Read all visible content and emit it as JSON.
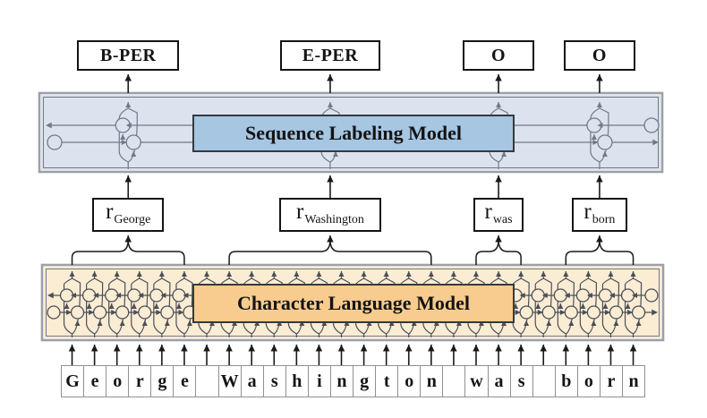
{
  "figure": {
    "title_hint": "contextual character language model sequence labeling architecture",
    "tags": [
      "B-PER",
      "E-PER",
      "O",
      "O"
    ],
    "sequence_model_label": "Sequence Labeling Model",
    "char_model_label": "Character Language Model",
    "embedding_symbol": "r",
    "words": [
      "George",
      "Washington",
      "was",
      "born"
    ],
    "sentence": "George Washington was born",
    "chars": [
      "G",
      "e",
      "o",
      "r",
      "g",
      "e",
      "",
      "W",
      "a",
      "s",
      "h",
      "i",
      "n",
      "g",
      "t",
      "o",
      "n",
      "",
      "w",
      "a",
      "s",
      "",
      "b",
      "o",
      "r",
      "n"
    ],
    "word_char_spans": [
      [
        0,
        5
      ],
      [
        7,
        16
      ],
      [
        18,
        20
      ],
      [
        22,
        25
      ]
    ],
    "colors": {
      "top_band_fill": "#dce3ee",
      "top_band_border": "#9ba0a8",
      "sequence_box_fill": "#a6c6e2",
      "bottom_band_fill": "#fbecd4",
      "char_model_box_fill": "#f8cc8e",
      "top_chain_gray": "#707a89",
      "bottom_chain_gray": "#4a4f57",
      "arrow_black": "#1a1a1a"
    }
  }
}
